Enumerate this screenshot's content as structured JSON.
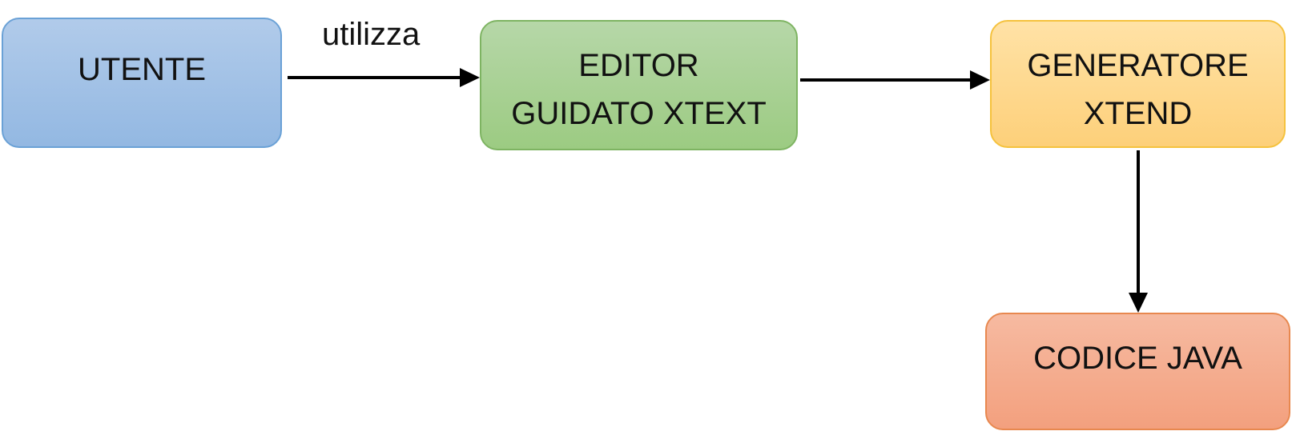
{
  "nodes": {
    "user": {
      "label": "UTENTE"
    },
    "editor": {
      "line1": "EDITOR",
      "line2": "GUIDATO XTEXT"
    },
    "generator": {
      "line1": "GENERATORE",
      "line2": "XTEND"
    },
    "java": {
      "label": "CODICE JAVA"
    }
  },
  "edges": {
    "user_to_editor": {
      "label": "utilizza"
    }
  },
  "colors": {
    "user": "#9dbfe6",
    "editor": "#a8d08d",
    "generator": "#fed98e",
    "java": "#f4ac8e",
    "arrow": "#000000"
  }
}
